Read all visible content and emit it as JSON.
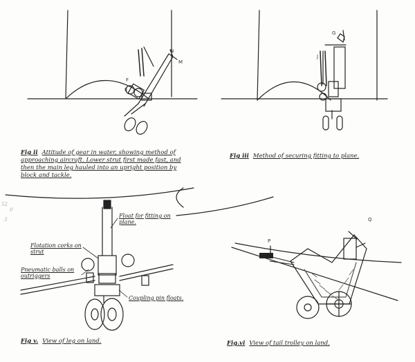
{
  "figures": {
    "fig2": {
      "number": "Fig ii",
      "caption": "Attitude of gear in water, showing method of approaching aircraft. Lower strut first made fast, and then the main leg hauled into an upright position by block and tackle.",
      "letters": [
        "F",
        "E",
        "N",
        "M"
      ]
    },
    "fig3": {
      "number": "Fig iii",
      "caption": "Method of securing fitting to plane.",
      "letters": [
        "G",
        "J"
      ]
    },
    "fig5": {
      "number": "Fig v.",
      "caption": "View of leg on land.",
      "labels": {
        "float": "Float for fitting on plane.",
        "corks": "Flotation corks on strut",
        "balls": "Pneumatic balls on outriggers",
        "pin": "Coupling pin floats."
      }
    },
    "fig6": {
      "number": "Fig.vi",
      "caption": "View of tail trolley on land.",
      "letters": [
        "P",
        "Q"
      ]
    }
  },
  "margin_marks": [
    "52",
    "0",
    "3"
  ]
}
